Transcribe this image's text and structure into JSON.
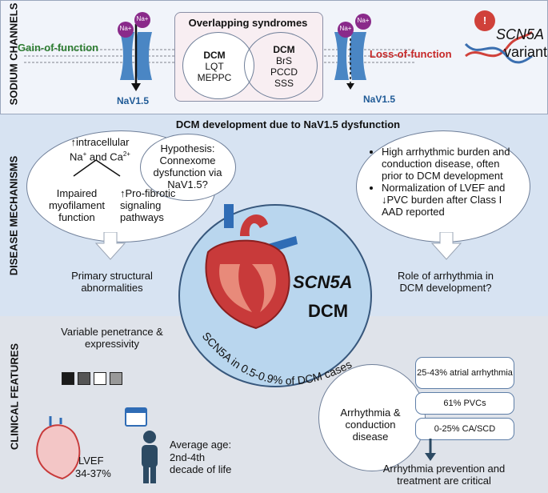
{
  "sections": {
    "sodium": "SODIUM CHANNELS",
    "mechanisms": "DISEASE MECHANISMS",
    "clinical": "CLINICAL FEATURES"
  },
  "top": {
    "gain": "Gain-of-function",
    "loss": "Loss-of-function",
    "channel_left": "NaV1.5",
    "channel_right": "NaV1.5",
    "ion": "Na+",
    "overlap_title": "Overlapping syndromes",
    "left_circle": {
      "title": "DCM",
      "items": [
        "LQT",
        "MEPPC"
      ]
    },
    "right_circle": {
      "title": "DCM",
      "items": [
        "BrS",
        "PCCD",
        "SSS"
      ]
    },
    "scn5a": "SCN5A",
    "variants": "variants",
    "alert": "!"
  },
  "mech": {
    "title": "DCM development due to NaV1.5 dysfunction",
    "intracellular_line1": "↑intracellular",
    "intracellular_na": "Na",
    "intracellular_and": " and Ca",
    "plus": "+",
    "twoplus": "2+",
    "impaired": "Impaired myofilament function",
    "profibrotic": "↑Pro-fibrotic signaling pathways",
    "hypothesis": "Hypothesis: Connexome dysfunction via NaV1.5?",
    "primary": "Primary structural abnormalities",
    "bullets": [
      "High arrhythmic burden and conduction disease, often prior to DCM development",
      "Normalization of LVEF and ↓PVC burden after Class I AAD reported"
    ],
    "role": "Role of arrhythmia in DCM development?"
  },
  "center": {
    "gene": "SCN5A",
    "disease": "DCM",
    "curve_text": "SCN5A in 0.5-0.9% of DCM cases"
  },
  "clinical": {
    "variable": "Variable penetrance & expressivity",
    "swatches": [
      "#1b1b1b",
      "#555555",
      "#ffffff",
      "#999999"
    ],
    "lvef_label": "LVEF",
    "lvef_value": "34-37%",
    "age_label": "Average age:",
    "age_value": "2nd-4th decade of life",
    "arrhythmia_title": "Arrhythmia & conduction disease",
    "stats": [
      "25-43% atrial arrhythmia",
      "61% PVCs",
      "0-25% CA/SCD"
    ],
    "prevention": "Arrhythmia prevention and treatment are critical"
  },
  "colors": {
    "gain": "#2e7d32",
    "loss": "#c62828",
    "channel": "#1f5a96",
    "ion": "#8a2a8a",
    "heart": "#c83a3a"
  }
}
